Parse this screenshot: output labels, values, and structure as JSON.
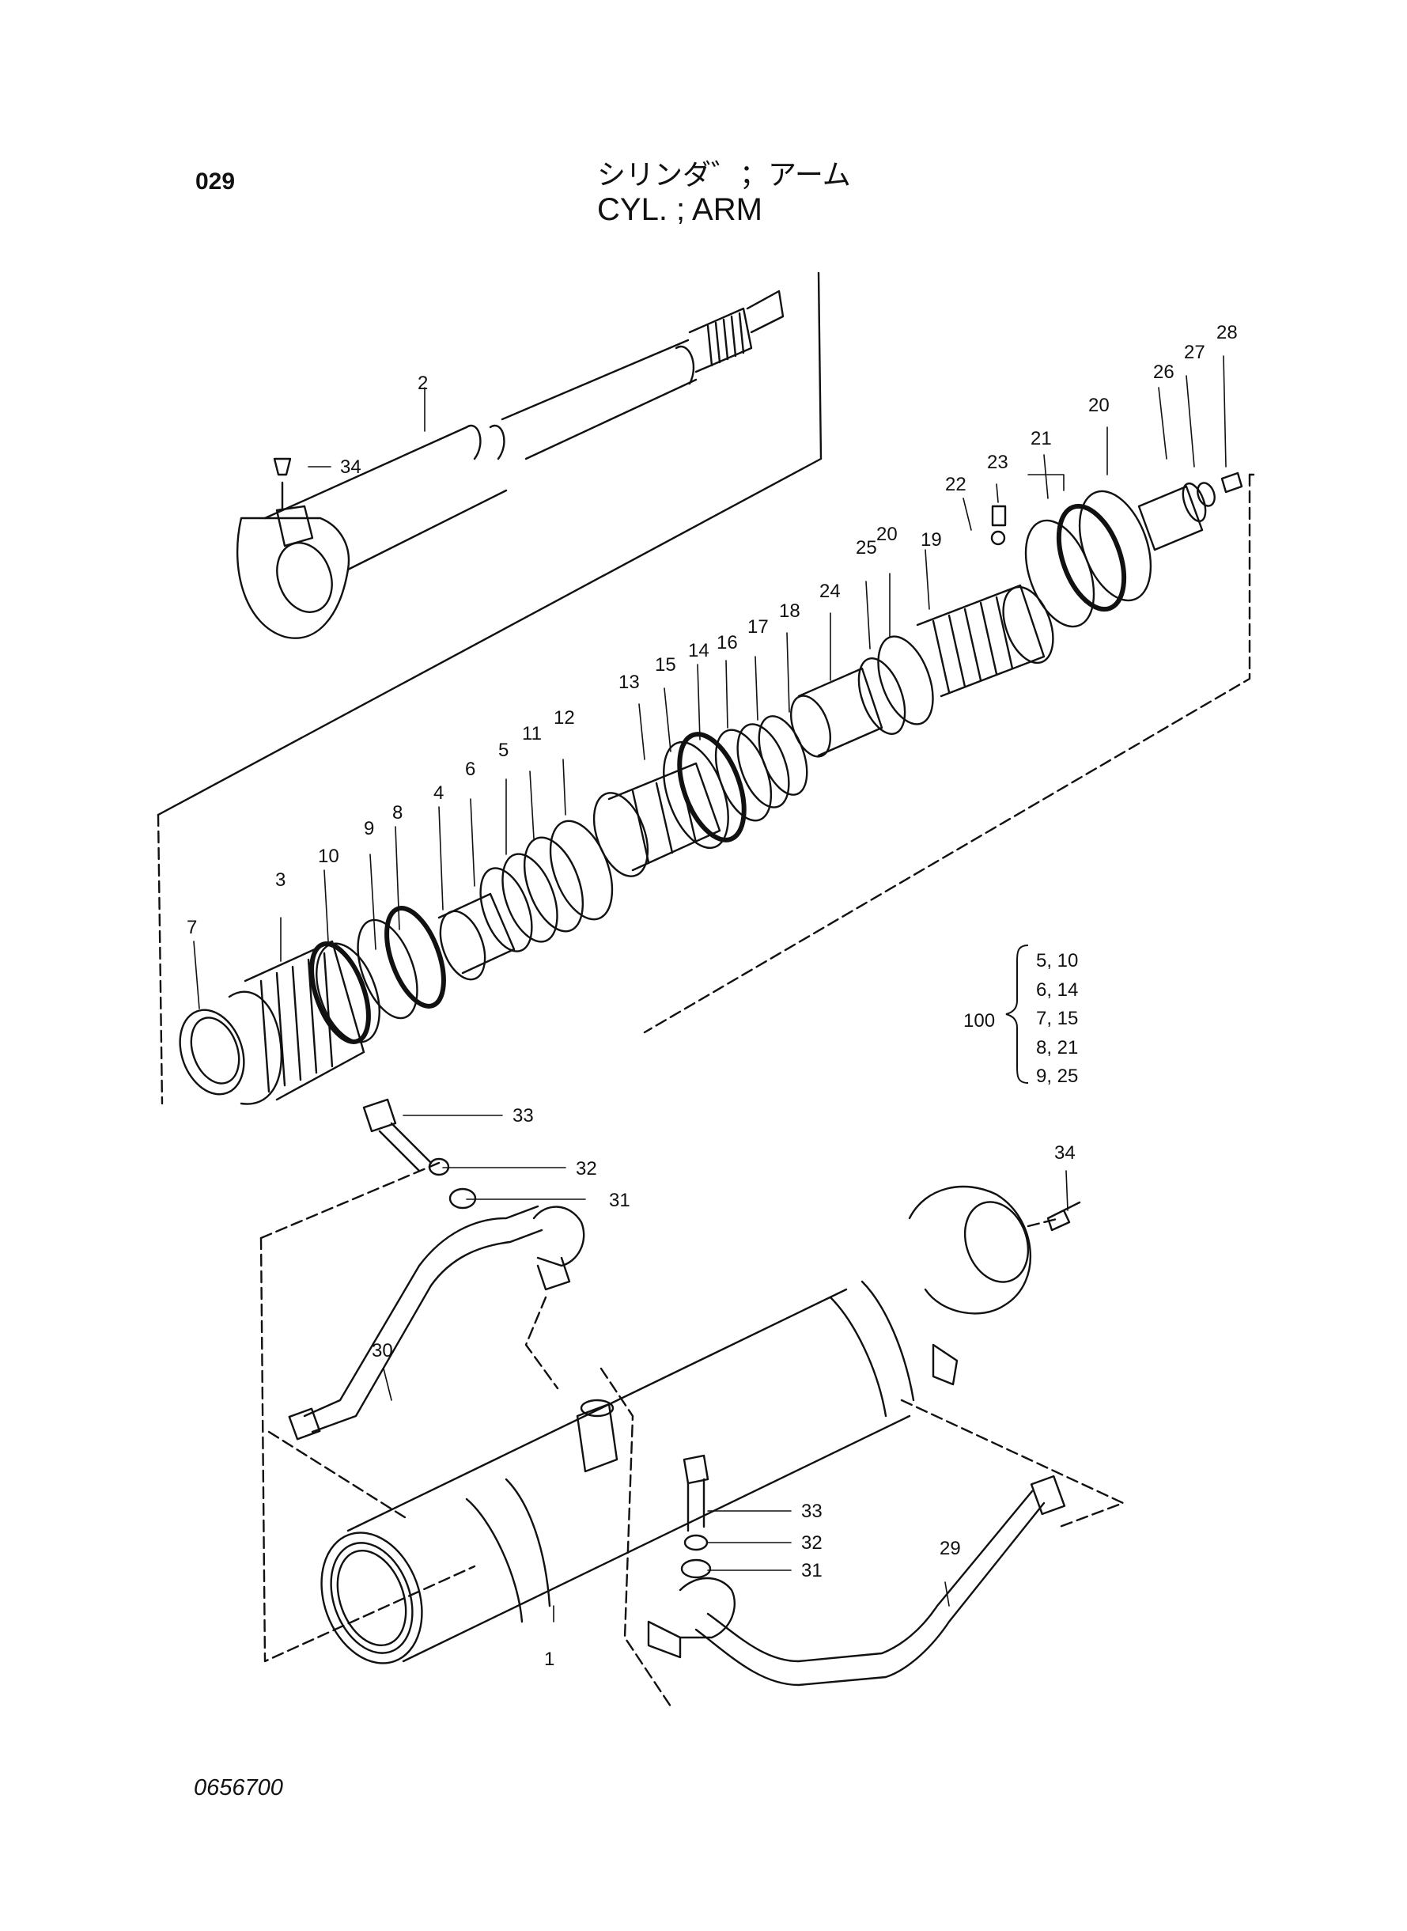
{
  "header": {
    "page_number": "029",
    "title_jp": "シリンダ゛；アーム",
    "title_en": "CYL. ; ARM"
  },
  "footer": {
    "drawing_number": "0656700"
  },
  "kit": {
    "number": "100",
    "items": [
      "5, 10",
      "6, 14",
      "7, 15",
      "8, 21",
      "9, 25"
    ]
  },
  "callouts": [
    "1",
    "2",
    "3",
    "4",
    "5",
    "6",
    "7",
    "8",
    "9",
    "10",
    "11",
    "12",
    "13",
    "14",
    "15",
    "16",
    "17",
    "18",
    "19",
    "20",
    "21",
    "22",
    "23",
    "24",
    "25",
    "26",
    "27",
    "28",
    "29",
    "30",
    "31",
    "32",
    "33",
    "34"
  ],
  "colors": {
    "ink": "#111111",
    "background": "#ffffff"
  }
}
